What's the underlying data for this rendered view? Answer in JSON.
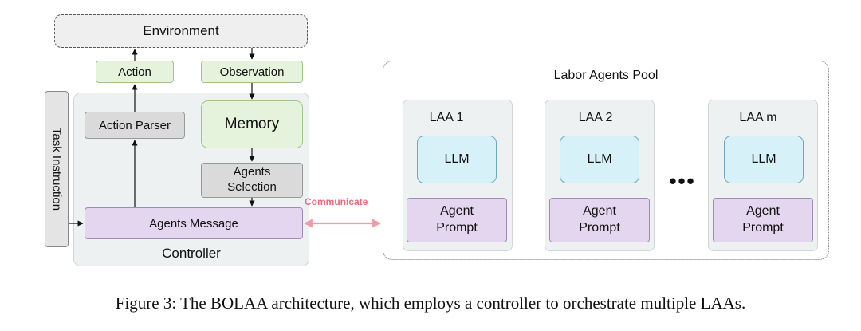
{
  "diagram": {
    "environment": "Environment",
    "action": "Action",
    "observation": "Observation",
    "action_parser": "Action Parser",
    "memory": "Memory",
    "agents_selection": "Agents Selection",
    "agents_message": "Agents Message",
    "controller": "Controller",
    "task_instruction": "Task Instruction",
    "communicate": "Communicate",
    "pool_title": "Labor Agents Pool",
    "laas": [
      {
        "title": "LAA 1",
        "llm": "LLM",
        "prompt": "Agent Prompt"
      },
      {
        "title": "LAA 2",
        "llm": "LLM",
        "prompt": "Agent Prompt"
      },
      {
        "title": "LAA m",
        "llm": "LLM",
        "prompt": "Agent Prompt"
      }
    ],
    "ellipsis": "•••"
  },
  "caption": "Figure 3: The BOLAA architecture, which employs a controller to orchestrate multiple LAAs.",
  "colors": {
    "communicate": "#e86a7e",
    "green_box": "#e6f3dc",
    "purple_box": "#e4d6ef",
    "llm_box": "#d7f1f8"
  }
}
